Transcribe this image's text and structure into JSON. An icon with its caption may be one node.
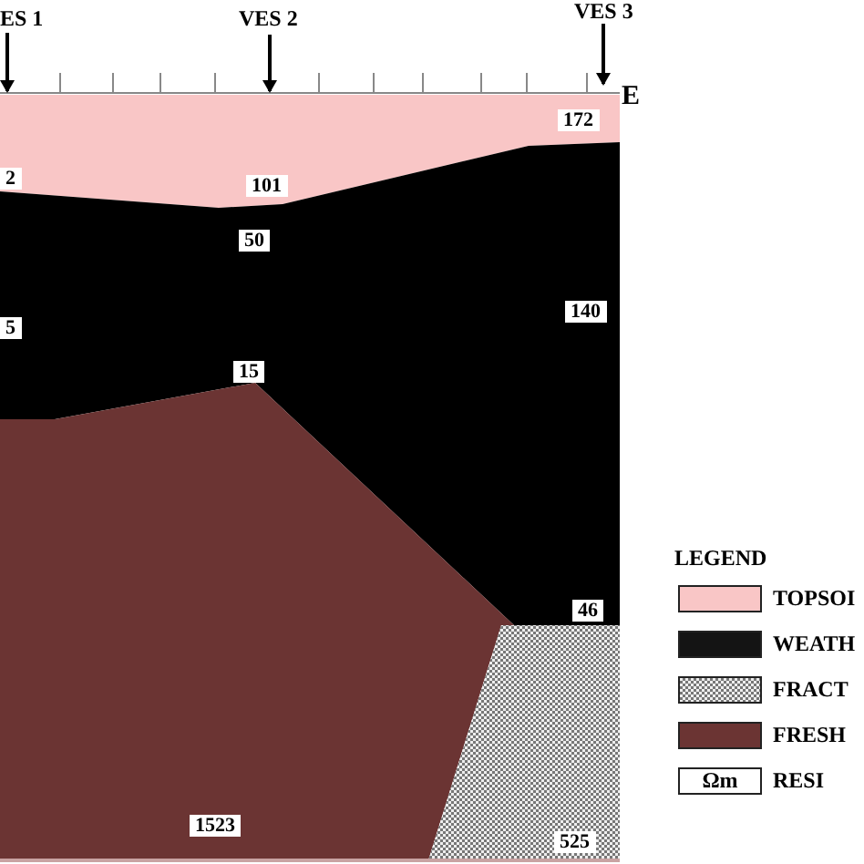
{
  "diagram": {
    "labels": [
      "ES 1",
      "VES 2",
      "VES 3",
      "E",
      "172",
      "2",
      "101",
      "50",
      "5",
      "140",
      "15",
      "46",
      "1523",
      "525",
      "LEGEND",
      "Ωm"
    ],
    "legend": [
      {
        "text": "TOPSOI",
        "color": "#f9c6c6"
      },
      {
        "text": "WEATH",
        "color": "#141414"
      },
      {
        "text": "FRACT"
      },
      {
        "text": "FRESH",
        "color": "#6b3433"
      },
      {
        "text": "RESI"
      }
    ]
  }
}
